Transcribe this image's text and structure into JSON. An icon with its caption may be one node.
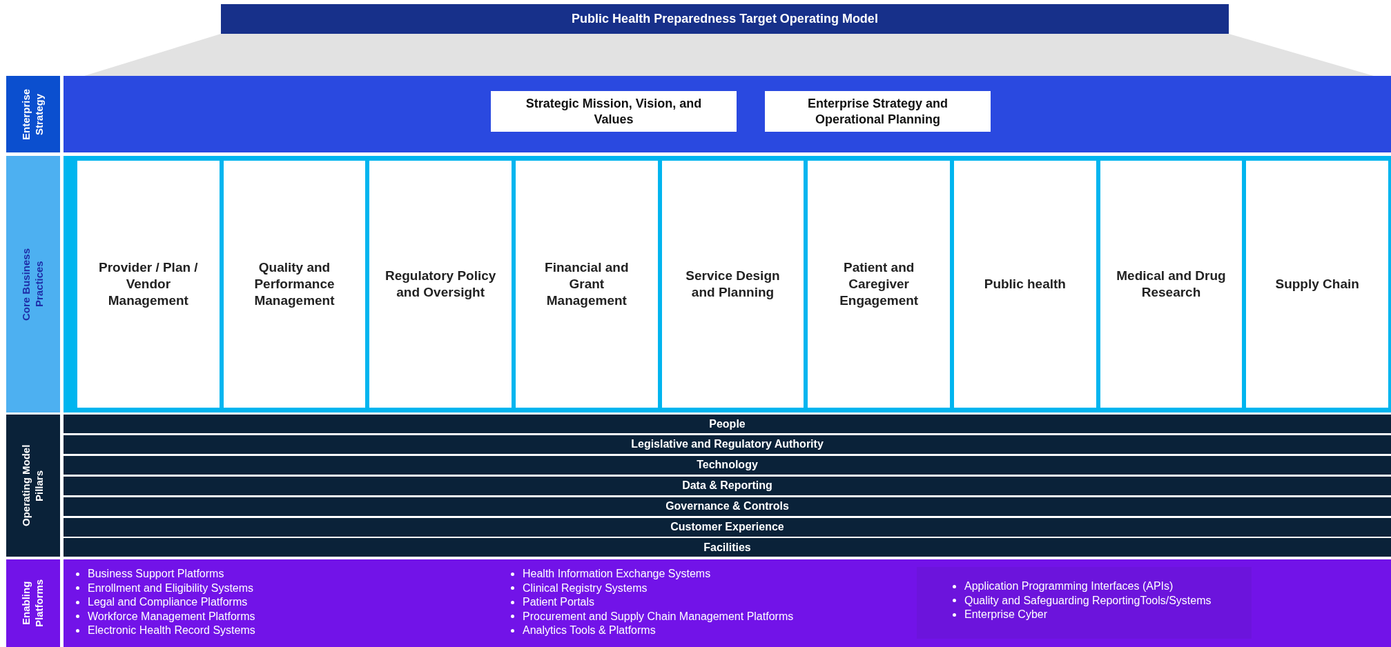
{
  "diagram": {
    "title": "Public Health Preparedness Target Operating Model",
    "nodes": [
      {
        "text": [
          "Enterprise Strategy"
        ]
      },
      {
        "text": [],
        "shape": "box"
      },
      {
        "text": [
          "Strategic Mission, Vision, and Values"
        ],
        "in": 1
      },
      {
        "text": [
          "Enterprise Strategy and Operational Planning"
        ],
        "in": 1
      },
      {
        "text": [
          "Core Business Practices"
        ]
      },
      {
        "text": [],
        "shape": "box"
      },
      {
        "text": [
          "Provider / Plan / Vendor Management"
        ],
        "in": 5
      },
      {
        "text": [
          "Quality and Performance Management"
        ],
        "in": 5
      },
      {
        "text": [
          "Regulatory Policy and Oversight"
        ],
        "in": 5
      },
      {
        "text": [
          "Financial and Grant Management"
        ],
        "in": 5
      },
      {
        "text": [
          "Service Design and Planning"
        ],
        "in": 5
      },
      {
        "text": [
          "Patient and Caregiver Engagement"
        ],
        "in": 5
      },
      {
        "text": [
          "Public health"
        ],
        "in": 5
      },
      {
        "text": [
          "Medical and Drug Research"
        ],
        "in": 5
      },
      {
        "text": [
          "Supply Chain"
        ],
        "in": 5
      },
      {
        "text": [
          "Operating Model Pillars"
        ]
      },
      {
        "text": [
          "People"
        ]
      },
      {
        "text": [
          "Legislative and Regulatory Authority"
        ]
      },
      {
        "text": [
          "Technology"
        ]
      },
      {
        "text": [
          "Data & Reporting"
        ]
      },
      {
        "text": [
          "Governance & Controls"
        ]
      },
      {
        "text": [
          "Customer Experience"
        ]
      },
      {
        "text": [
          "Facilities"
        ]
      },
      {
        "text": [
          "Enabling Platforms"
        ]
      },
      {
        "text": [],
        "shape": "trapezoid"
      }
    ],
    "labels": [
      "Business Support Platforms",
      "Enrollment and Eligibility Systems",
      "Legal and Compliance Platforms",
      "Workforce Management Platforms",
      "Electronic Health Record Systems",
      "Health Information Exchange Systems",
      "Clinical Registry Systems",
      "Patient Portals",
      "Procurement and Supply Chain Management Platforms",
      "Analytics Tools & Platforms",
      "Application Programming Interfaces (APIs)",
      "Quality and Safeguarding ReportingTools/Systems",
      "Enterprise Cyber"
    ]
  }
}
